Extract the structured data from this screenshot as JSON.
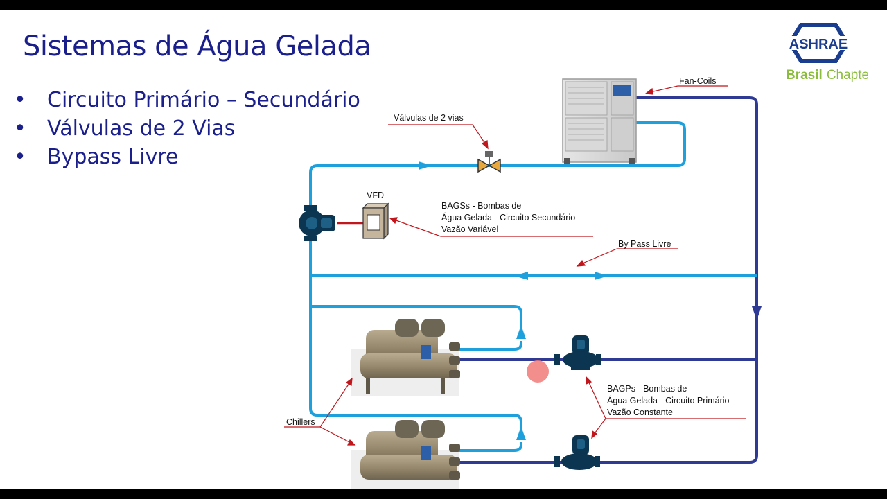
{
  "slide": {
    "title": "Sistemas de Água Gelada",
    "bullets": [
      "Circuito Primário – Secundário",
      "Válvulas de 2 Vias",
      "Bypass Livre"
    ]
  },
  "logo": {
    "name": "ASHRAE",
    "line2_bold": "Brasil",
    "line2_light": "Chapter",
    "colors": {
      "hexagon": "#1a3d8f",
      "brasil": "#8bbd3c"
    }
  },
  "diagram": {
    "labels": {
      "fan_coils": "Fan-Coils",
      "valves": "Válvulas de 2 vias",
      "vfd": "VFD",
      "bagss_line1": "BAGSs - Bombas de",
      "bagss_line2": "Água Gelada - Circuito Secundário",
      "bagss_line3": "Vazão Variável",
      "bypass": "By Pass Livre",
      "chillers": "Chillers",
      "bagps_line1": "BAGPs - Bombas de",
      "bagps_line2": "Água Gelada - Circuito Primário",
      "bagps_line3": "Vazão Constante"
    },
    "colors": {
      "supply_pipe": "#1ea0dc",
      "return_pipe": "#2e3a94",
      "callout": "#c0161c",
      "pump": "#0b3550"
    }
  }
}
